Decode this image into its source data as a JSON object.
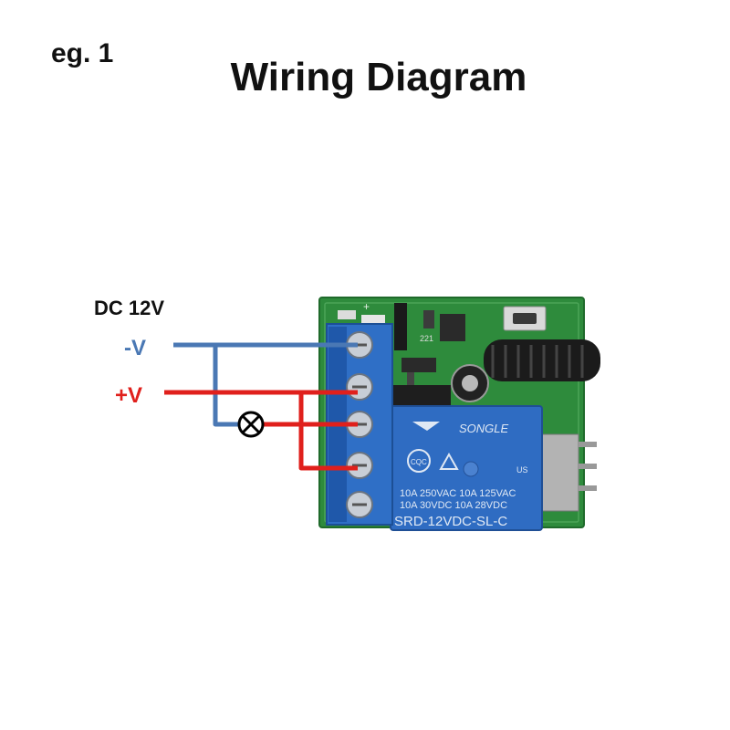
{
  "header": {
    "example_label": "eg. 1",
    "title": "Wiring Diagram"
  },
  "supply": {
    "label": "DC 12V",
    "negative": "-V",
    "positive": "+V"
  },
  "relay": {
    "brand": "SONGLE",
    "rating_line1": "10A 250VAC  10A 125VAC",
    "rating_line2": "10A  30VDC  10A  28VDC",
    "model": "SRD-12VDC-SL-C",
    "cert_mark": "CQC",
    "ul_mark": "US"
  },
  "board": {
    "chip_label": "221"
  },
  "colors": {
    "negative_wire": "#4a78b4",
    "positive_wire": "#e0201c",
    "pcb": "#2e8b3c",
    "terminal": "#2f6fc6",
    "relay": "#2f6cc2"
  },
  "components": {
    "load_icon": "lamp-icon"
  }
}
